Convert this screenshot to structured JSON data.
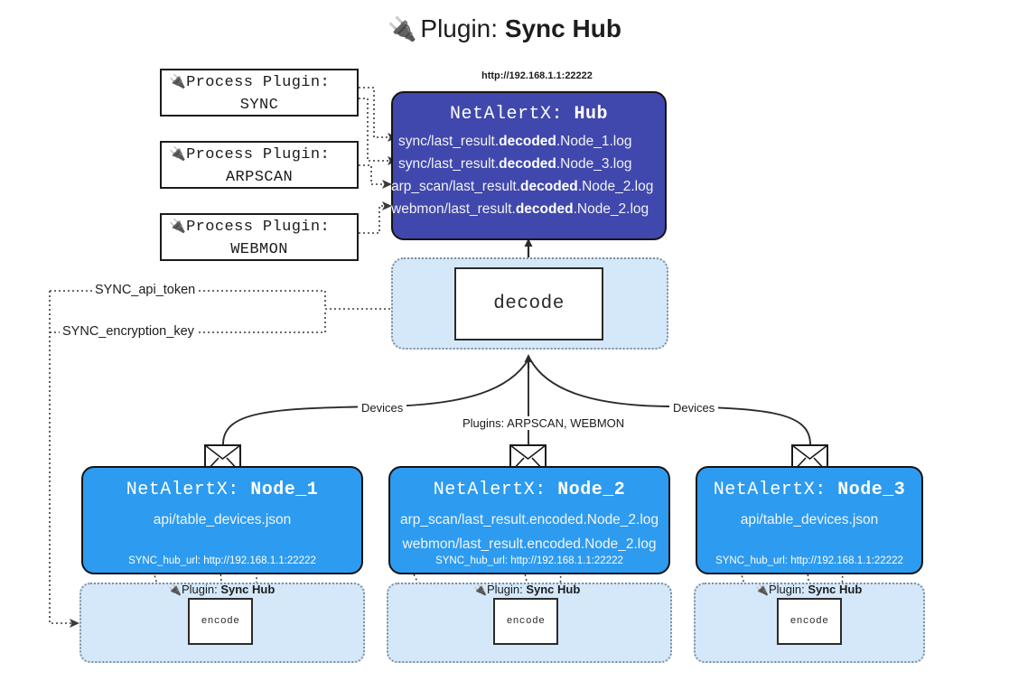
{
  "title": {
    "icon": "plug-icon",
    "glyph": "🔌",
    "prefix": "Plugin:",
    "name": "Sync Hub"
  },
  "process_plugins": [
    {
      "icon": "plug-icon",
      "glyph": "🔌",
      "label": "Process Plugin:",
      "name": "SYNC"
    },
    {
      "icon": "plug-icon",
      "glyph": "🔌",
      "label": "Process Plugin:",
      "name": "ARPSCAN"
    },
    {
      "icon": "plug-icon",
      "glyph": "🔌",
      "label": "Process Plugin:",
      "name": "WEBMON"
    }
  ],
  "hub": {
    "url": "http://192.168.1.1:22222",
    "app": "NetAlertX:",
    "name": "Hub",
    "lines": [
      {
        "pre": "sync/last_result.",
        "mid": "decoded",
        "post": ".Node_1.log"
      },
      {
        "pre": "sync/last_result.",
        "mid": "decoded",
        "post": ".Node_3.log"
      },
      {
        "pre": "arp_scan/last_result.",
        "mid": "decoded",
        "post": ".Node_2.log"
      },
      {
        "pre": "webmon/last_result.",
        "mid": "decoded",
        "post": ".Node_2.log"
      }
    ]
  },
  "keys": {
    "api_token": "SYNC_api_token",
    "encryption_key": "SYNC_encryption_key"
  },
  "decode": {
    "label": "decode"
  },
  "edges": {
    "devices_left": "Devices",
    "devices_right": "Devices",
    "plugins_center": "Plugins: ARPSCAN, WEBMON"
  },
  "nodes": [
    {
      "app": "NetAlertX:",
      "name": "Node_1",
      "lines": [
        "api/table_devices.json"
      ],
      "hub_url_label": "SYNC_hub_url: http://192.168.1.1:22222",
      "envelope_icon": "envelope-icon",
      "plugin": {
        "icon": "plug-icon",
        "glyph": "🔌",
        "prefix": "Plugin:",
        "name": "Sync Hub"
      },
      "encode": "encode"
    },
    {
      "app": "NetAlertX:",
      "name": "Node_2",
      "lines": [
        "arp_scan/last_result.encoded.Node_2.log",
        "webmon/last_result.encoded.Node_2.log"
      ],
      "hub_url_label": "SYNC_hub_url: http://192.168.1.1:22222",
      "envelope_icon": "envelope-icon",
      "plugin": {
        "icon": "plug-icon",
        "glyph": "🔌",
        "prefix": "Plugin:",
        "name": "Sync Hub"
      },
      "encode": "encode"
    },
    {
      "app": "NetAlertX:",
      "name": "Node_3",
      "lines": [
        "api/table_devices.json"
      ],
      "hub_url_label": "SYNC_hub_url: http://192.168.1.1:22222",
      "envelope_icon": "envelope-icon",
      "plugin": {
        "icon": "plug-icon",
        "glyph": "🔌",
        "prefix": "Plugin:",
        "name": "Sync Hub"
      },
      "encode": "encode"
    }
  ],
  "colors": {
    "hub": "#4048ad",
    "node": "#2d9bef",
    "shade": "#d4e8fa",
    "stroke": "#2b2b2b",
    "text_dark": "#1b1b1b"
  }
}
